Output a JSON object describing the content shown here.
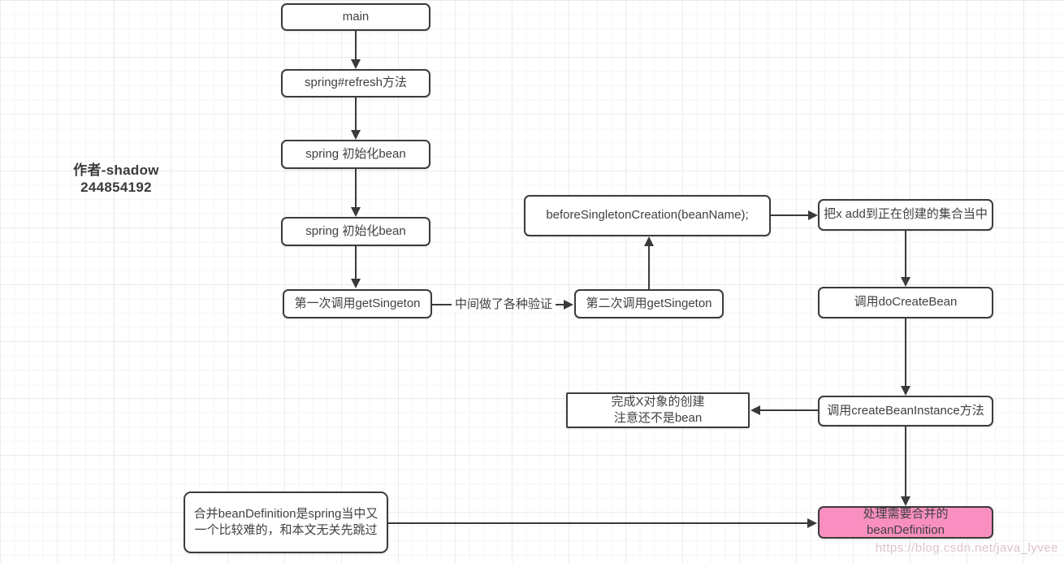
{
  "watermarks": {
    "author_line1": "作者-shadow",
    "author_line2": "244854192",
    "url": "https://blog.csdn.net/java_lyvee"
  },
  "edge_label": "中间做了各种验证",
  "nodes": [
    {
      "id": "main",
      "lines": [
        "main"
      ]
    },
    {
      "id": "spring-refresh",
      "lines": [
        "spring#refresh方法"
      ]
    },
    {
      "id": "spring-init-bean-1",
      "lines": [
        "spring 初始化bean"
      ]
    },
    {
      "id": "spring-init-bean-2",
      "lines": [
        "spring 初始化bean"
      ]
    },
    {
      "id": "first-get-singleton",
      "lines": [
        "第一次调用getSingeton"
      ]
    },
    {
      "id": "second-get-singleton",
      "lines": [
        "第二次调用getSingeton"
      ]
    },
    {
      "id": "before-singleton-creation",
      "lines": [
        "beforeSingletonCreation(beanName);"
      ]
    },
    {
      "id": "add-x-to-creating-set",
      "lines": [
        "把x add到正在创建的集合当中"
      ]
    },
    {
      "id": "do-create-bean",
      "lines": [
        "调用doCreateBean"
      ]
    },
    {
      "id": "create-bean-instance",
      "lines": [
        "调用createBeanInstance方法"
      ]
    },
    {
      "id": "x-object-created",
      "lines": [
        "完成X对象的创建",
        "注意还不是bean"
      ]
    },
    {
      "id": "merge-bean-definition-note",
      "lines": [
        "合并beanDefinition是spring当中又",
        "一个比较难的，和本文无关先跳过"
      ]
    },
    {
      "id": "handle-merged-bean-definition",
      "lines": [
        "处理需要合并的",
        "beanDefinition"
      ]
    }
  ],
  "colors": {
    "node_border": "#3c3c3c",
    "node_fill": "#ffffff",
    "highlight_fill": "#f98fc0",
    "arrow": "#3a3a3a",
    "text": "#404040",
    "watermark_author": "#3a3a3a",
    "watermark_url": "#d9b7c6"
  }
}
